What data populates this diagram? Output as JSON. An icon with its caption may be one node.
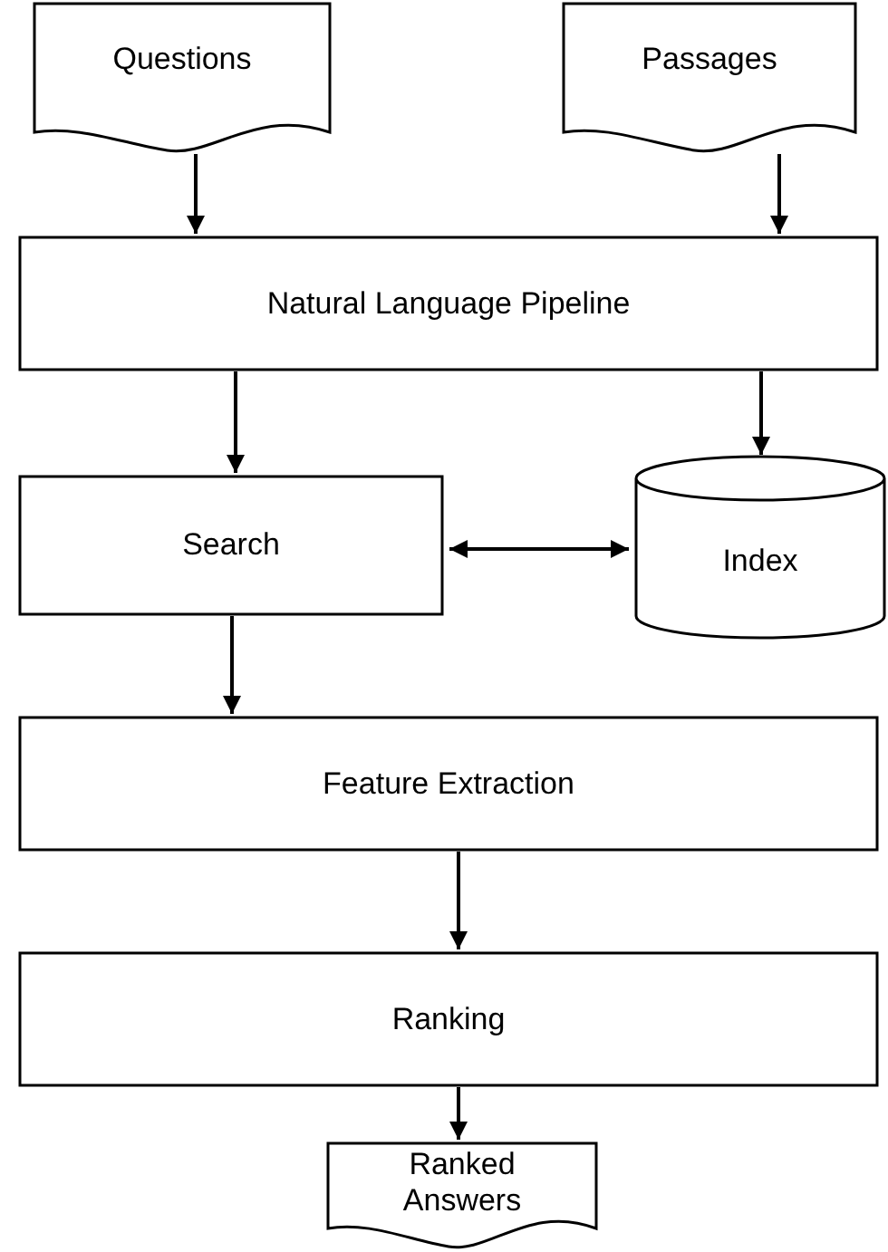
{
  "diagram": {
    "nodes": [
      {
        "text": [
          "Questions"
        ]
      },
      {
        "text": [
          "Passages"
        ]
      },
      {
        "text": [
          "Natural Language Pipeline"
        ]
      },
      {
        "text": [
          "Search"
        ]
      },
      {
        "text": [
          "Index"
        ]
      },
      {
        "text": [
          "Feature Extraction"
        ]
      },
      {
        "text": [
          "Ranking"
        ]
      },
      {
        "text": [
          "Ranked Answers"
        ]
      }
    ],
    "edges": [
      {
        "from": 0,
        "to": 2,
        "arrow": "to"
      },
      {
        "from": 1,
        "to": 2,
        "arrow": "to"
      },
      {
        "from": 2,
        "to": 3,
        "arrow": "to"
      },
      {
        "from": 2,
        "to": 4,
        "arrow": "to"
      },
      {
        "from": 3,
        "to": 4,
        "arrow": "both"
      },
      {
        "from": 3,
        "to": 5,
        "arrow": "to"
      },
      {
        "from": 5,
        "to": 6,
        "arrow": "to"
      },
      {
        "from": 6,
        "to": 7,
        "arrow": "to"
      }
    ]
  }
}
